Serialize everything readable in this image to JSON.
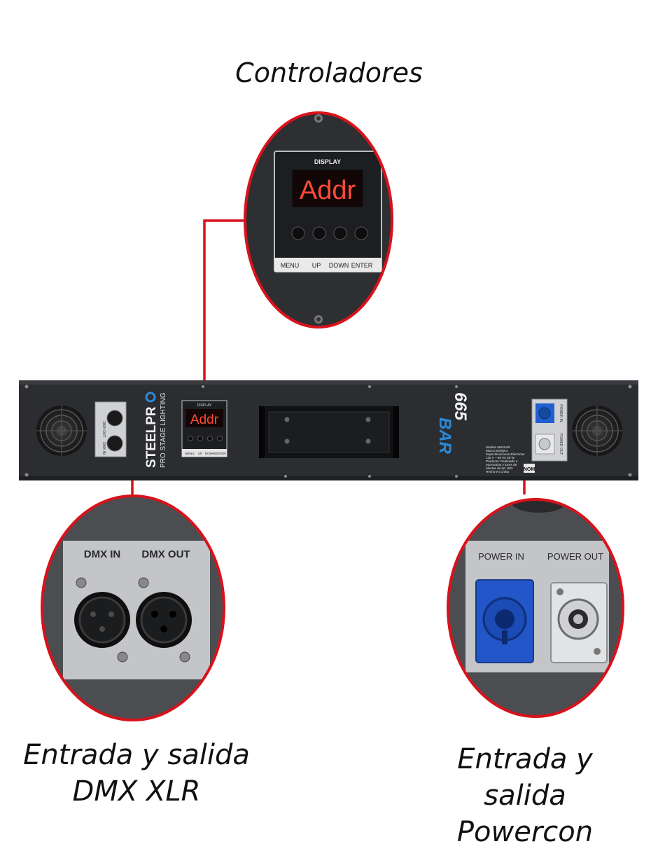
{
  "header": {
    "title": "Controladores"
  },
  "captions": {
    "dmx_line1": "Entrada y salida",
    "dmx_line2": "DMX XLR",
    "power_line1": "Entrada y salida",
    "power_line2": "Powercon"
  },
  "display_zoom": {
    "label": "DISPLAY",
    "readout": "Addr",
    "buttons": [
      "MENU",
      "UP",
      "DOWN",
      "ENTER"
    ]
  },
  "device_panel": {
    "brand": "STEELPR",
    "brand_sub": "PRO STAGE LIGHTING",
    "model_number": "665",
    "model_name": "BAR",
    "display_label": "DISPLAY",
    "display_readout": "Addr",
    "buttons": [
      "MENU",
      "UP",
      "DOWN",
      "ENTER"
    ],
    "dmx_out_label": "DMX OUT",
    "dmx_in_label": "DMX IN",
    "power_in_label": "POWER IN",
    "power_out_label": "POWER OUT",
    "spec_lines": [
      "Modelo 665 BAR",
      "Marca Steelpro",
      "Especificaciones Eléctricas",
      "115 V ~ 60 Hz 35 W",
      "Producto: Destinado a",
      "escenarios y luces de",
      "efectos de luz LED",
      "Hecho en China"
    ],
    "nom_label": "NOM"
  },
  "dmx_zoom": {
    "in_label": "DMX IN",
    "out_label": "DMX OUT"
  },
  "power_zoom": {
    "in_label": "POWER IN",
    "out_label": "POWER OUT"
  },
  "colors": {
    "accent_red": "#d8121b",
    "panel": "#2b2d31",
    "led_red": "#ff4a3a",
    "powercon_blue": "#1f5fd0"
  }
}
